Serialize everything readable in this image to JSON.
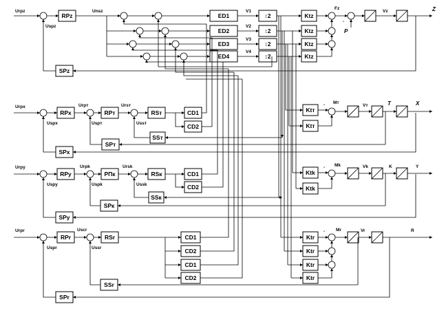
{
  "signals": {
    "urpz": "Urpz",
    "uspz": "Uspz",
    "unsz": "Unsz",
    "v1": "V1",
    "v2": "V2",
    "v3": "V3",
    "v4": "V4",
    "fz": "Fz",
    "vz": "Vz",
    "z": "Z",
    "p": "P",
    "urpx": "Urpx",
    "uspx": "Uspx",
    "urpt": "Urpт",
    "uspt": "Uspт",
    "urst": "Ursт",
    "usst": "Ussт",
    "mt": "Mт",
    "vt": "Vт",
    "t": "T",
    "x": "X",
    "urpy": "Urpy",
    "uspy": "Uspy",
    "urpk": "Urpk",
    "uspk": "Uspk",
    "ursk": "Ursk",
    "ussk": "Ussk",
    "mk": "Mk",
    "vk": "Vk",
    "k": "K",
    "y": "Y",
    "urpr": "Urpr",
    "uspr": "Uspr",
    "uscr": "Uscr",
    "ussr": "Ussr",
    "mr": "Mr",
    "vr": "Vr",
    "r": "R"
  },
  "blocks": {
    "rpz": "RPz",
    "spz": "SPz",
    "ed1": "ED1",
    "ed2": "ED2",
    "ed3": "ED3",
    "ed4": "ED4",
    "gear": "↕2",
    "ktz": "Ktz",
    "rpx": "RPx",
    "rpt": "RPт",
    "rst": "RSт",
    "cd1": "CD1",
    "cd2": "CD2",
    "sst": "SSт",
    "spt": "SPт",
    "spx": "SPx",
    "ktt": "Ktт",
    "rpy": "RPy",
    "rpk": "PПк",
    "rsk": "RSк",
    "ssk": "SSк",
    "spk": "SPк",
    "spy": "SPy",
    "ktk": "Ktk",
    "rpr": "RPr",
    "rsr": "RSr",
    "ssr": "SSr",
    "spr": "SPr",
    "ktr": "Ktr"
  },
  "minus": "-"
}
